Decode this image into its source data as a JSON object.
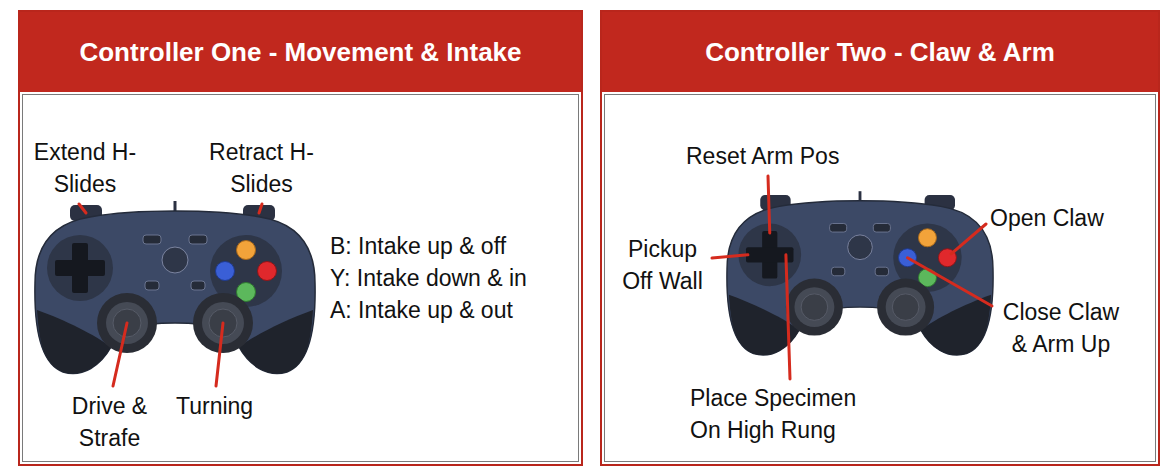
{
  "diagram": {
    "nodes": [
      {
        "text": [
          "Controller One - Movement & Intake"
        ]
      },
      {
        "text": [
          "Controller Two - Claw & Arm"
        ]
      }
    ],
    "labels": [
      "Extend H-Slides",
      "Retract H-Slides",
      "B: Intake up & off",
      "Y: Intake down & in",
      "A: Intake up & out",
      "Drive & Strafe",
      "Turning",
      "Reset Arm Pos",
      "Pickup Off Wall",
      "Open Claw",
      "Close Claw & Arm Up",
      "Place Specimen On High Rung"
    ]
  }
}
